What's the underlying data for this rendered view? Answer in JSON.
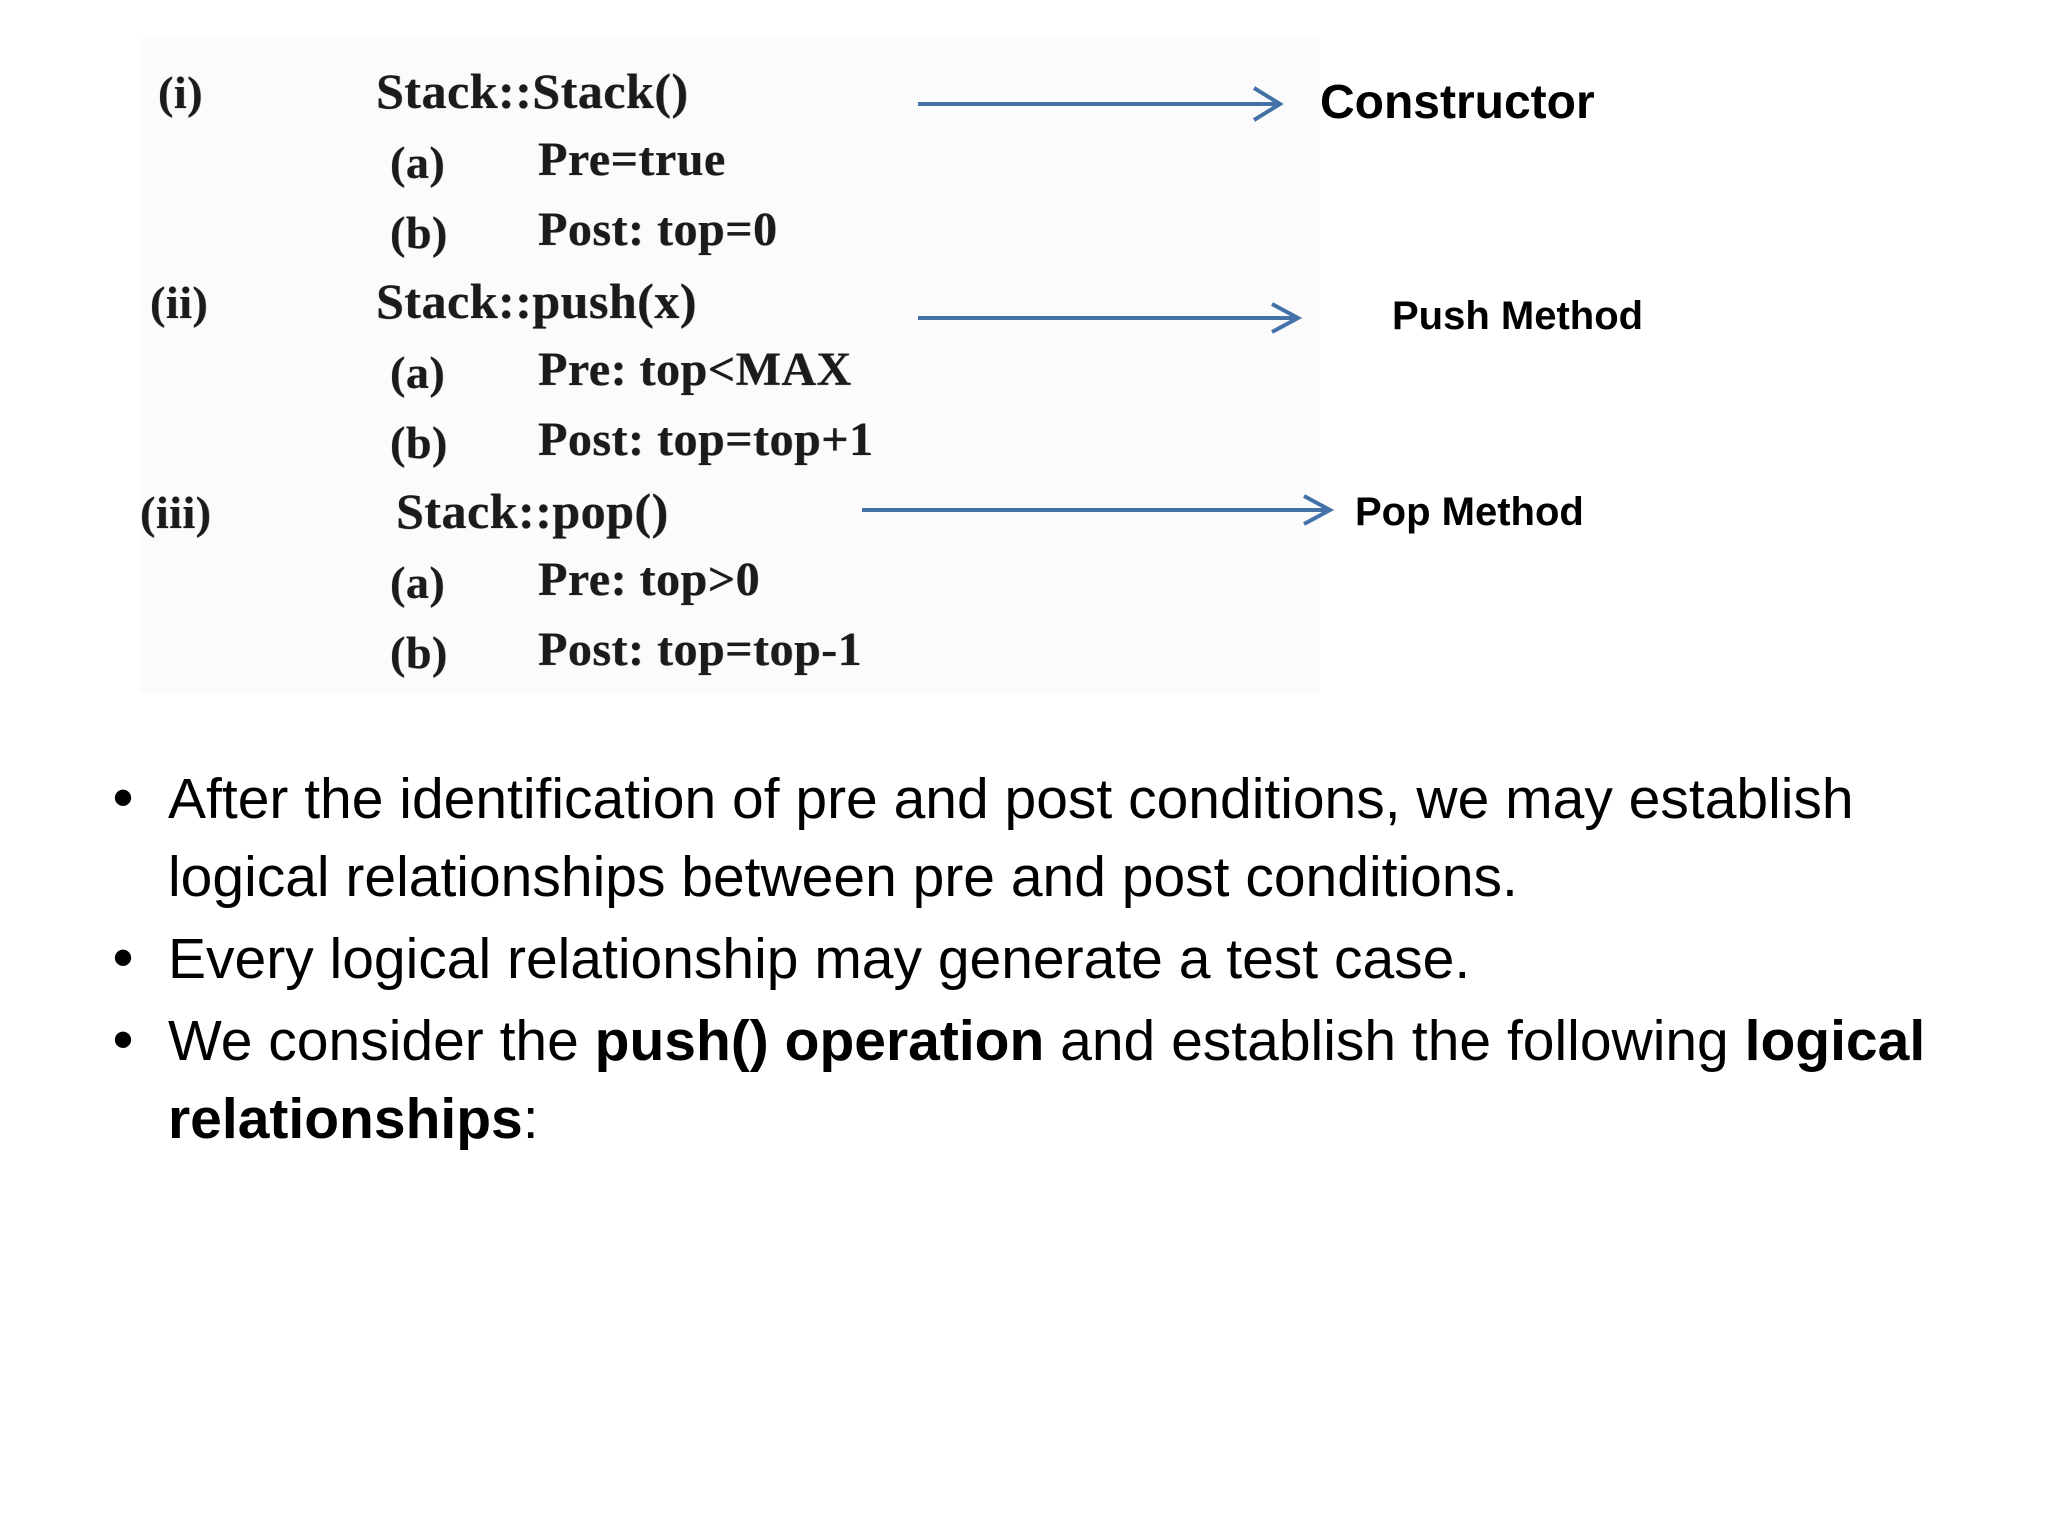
{
  "slide": {
    "background_color": "#ffffff",
    "accent_color": "#4472a8"
  },
  "spec_block": {
    "background_color": "#fbfbfb",
    "items": [
      {
        "number": "(i)",
        "signature": "Stack::Stack()",
        "conditions": [
          {
            "label": "(a)",
            "text": "Pre=true"
          },
          {
            "label": "(b)",
            "text": "Post: top=0"
          }
        ],
        "annotation": "Constructor"
      },
      {
        "number": "(ii)",
        "signature": "Stack::push(x)",
        "conditions": [
          {
            "label": "(a)",
            "text": "Pre: top<MAX"
          },
          {
            "label": "(b)",
            "text": "Post: top=top+1"
          }
        ],
        "annotation": "Push Method"
      },
      {
        "number": "(iii)",
        "signature": "Stack::pop()",
        "conditions": [
          {
            "label": "(a)",
            "text": "Pre: top>0"
          },
          {
            "label": "(b)",
            "text": "Post: top=top-1"
          }
        ],
        "annotation": "Pop Method"
      }
    ]
  },
  "bullets": {
    "marker": "•",
    "items": [
      {
        "segments": [
          {
            "text": "After the identification of pre and post conditions, we may establish logical relationships between pre and post conditions.",
            "bold": false
          }
        ]
      },
      {
        "segments": [
          {
            "text": "Every logical relationship may generate a test case.",
            "bold": false
          }
        ]
      },
      {
        "segments": [
          {
            "text": "We consider the ",
            "bold": false
          },
          {
            "text": "push() operation",
            "bold": true
          },
          {
            "text": " and establish the following ",
            "bold": false
          },
          {
            "text": "logical relationships",
            "bold": true
          },
          {
            "text": ":",
            "bold": false
          }
        ]
      }
    ]
  }
}
